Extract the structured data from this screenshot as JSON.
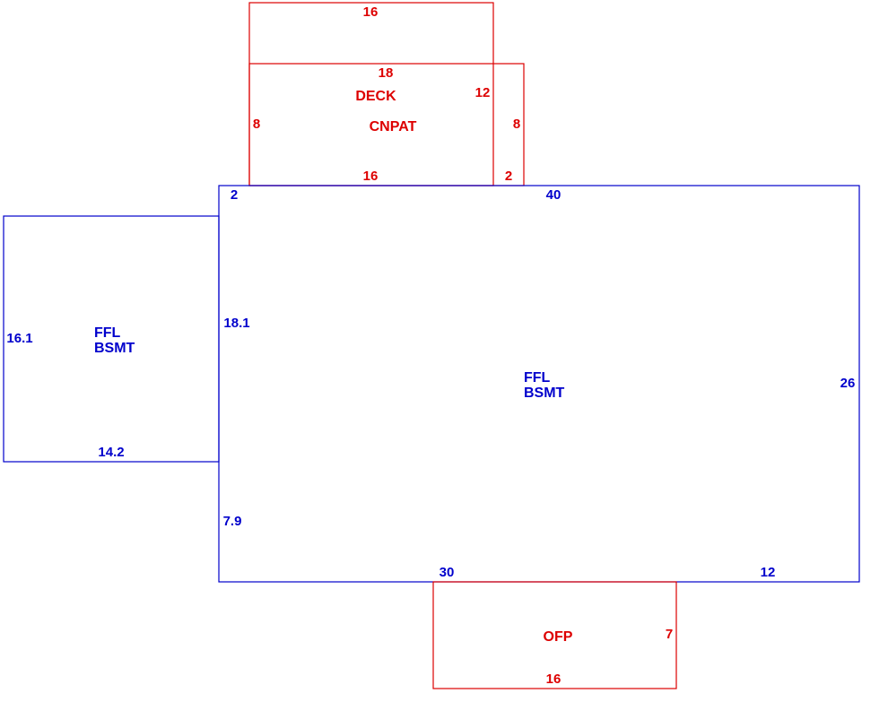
{
  "colors": {
    "main_structure": "#0000CC",
    "additions": "#DD0000",
    "background": "#FFFFFF"
  },
  "main_area": {
    "name_line1": "FFL",
    "name_line2": "BSMT",
    "dims": {
      "top_left_jog": "2",
      "top": "40",
      "right": "26",
      "left_upper": "18.1",
      "left_lower": "7.9",
      "bottom_left": "30",
      "bottom_right": "12"
    }
  },
  "west_wing": {
    "name_line1": "FFL",
    "name_line2": "BSMT",
    "dims": {
      "left": "16.1",
      "bottom": "14.2"
    }
  },
  "deck": {
    "name": "DECK",
    "dims": {
      "top": "16",
      "right": "12"
    }
  },
  "canopy_patio": {
    "name": "CNPAT",
    "dims": {
      "top": "18",
      "left": "8",
      "right": "8",
      "bottom": "16",
      "bottom_jog": "2"
    }
  },
  "open_porch": {
    "name": "OFP",
    "dims": {
      "right": "7",
      "bottom": "16"
    }
  }
}
